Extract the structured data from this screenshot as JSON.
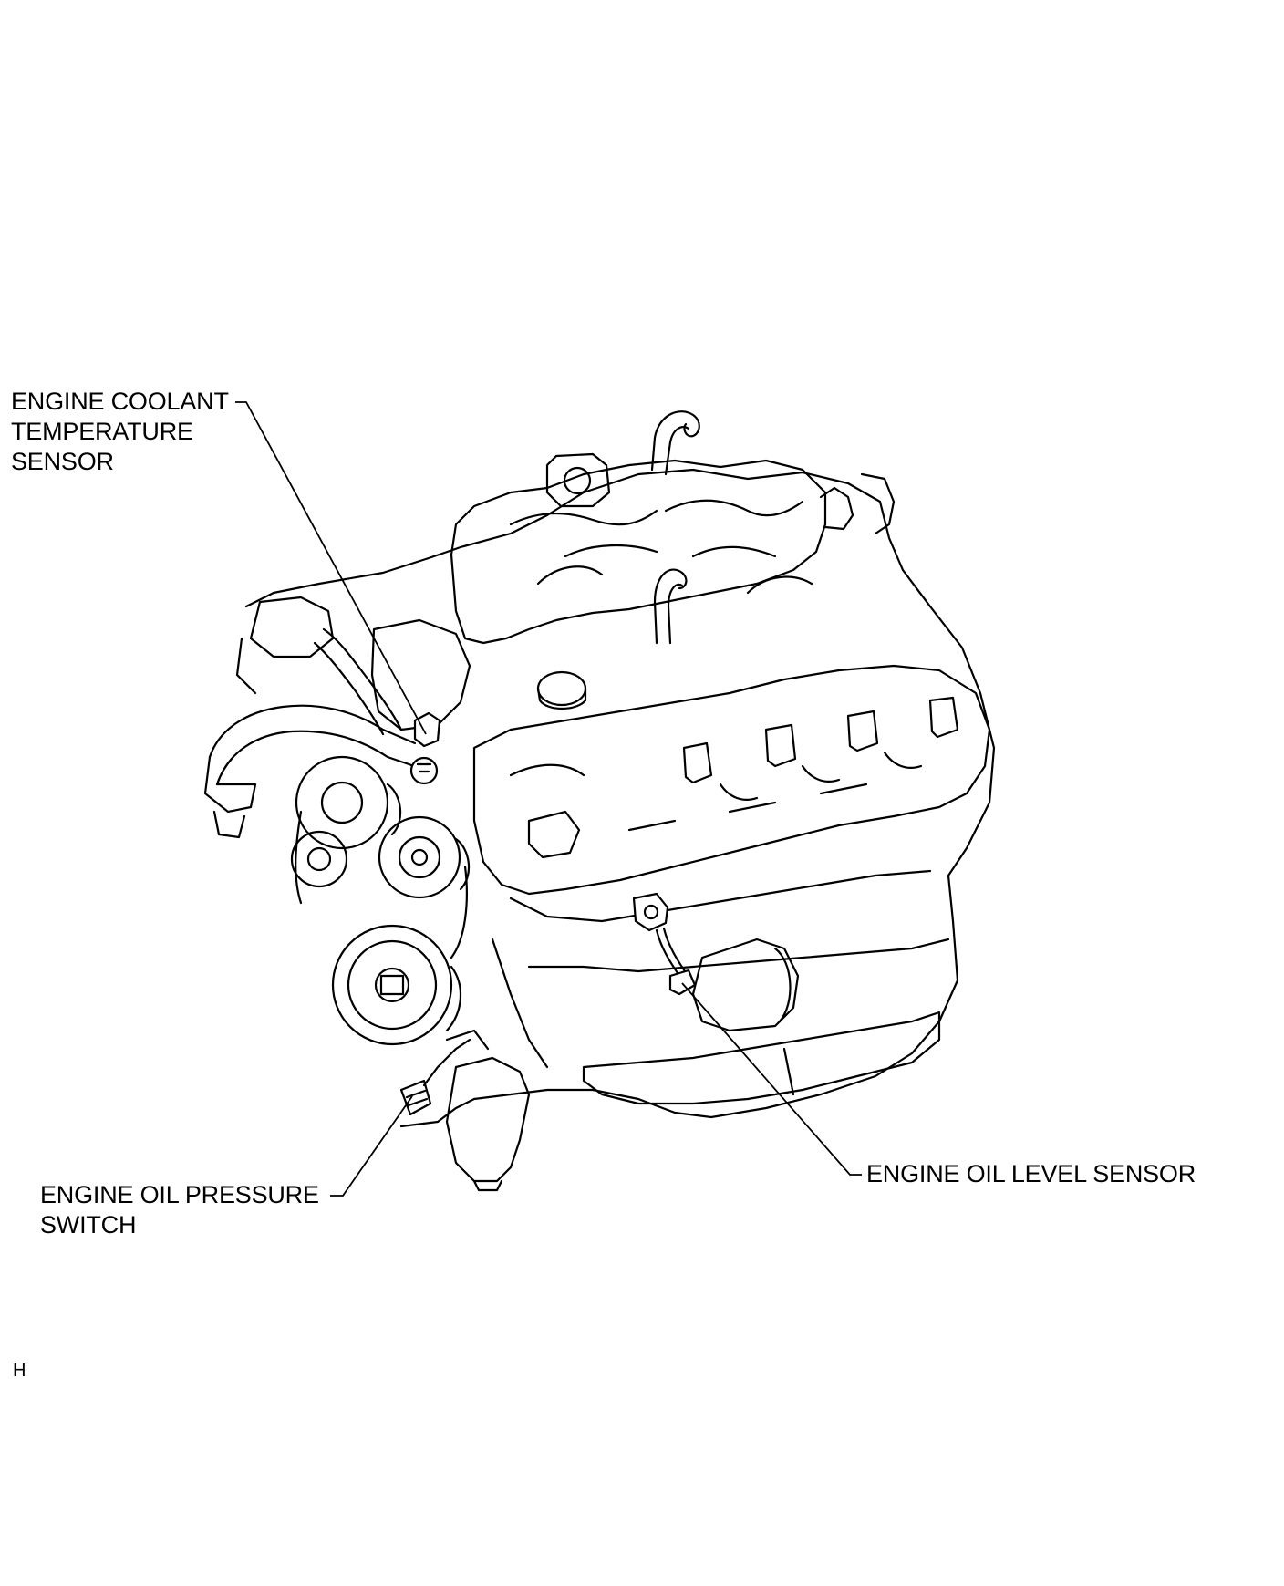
{
  "labels": {
    "coolant_sensor": [
      "ENGINE COOLANT",
      "TEMPERATURE",
      "SENSOR"
    ],
    "oil_pressure_switch": [
      "ENGINE OIL PRESSURE",
      "SWITCH"
    ],
    "oil_level_sensor": [
      "ENGINE OIL LEVEL SENSOR"
    ]
  },
  "corner_mark": "H",
  "colors": {
    "line": "#000000",
    "background": "#ffffff"
  }
}
